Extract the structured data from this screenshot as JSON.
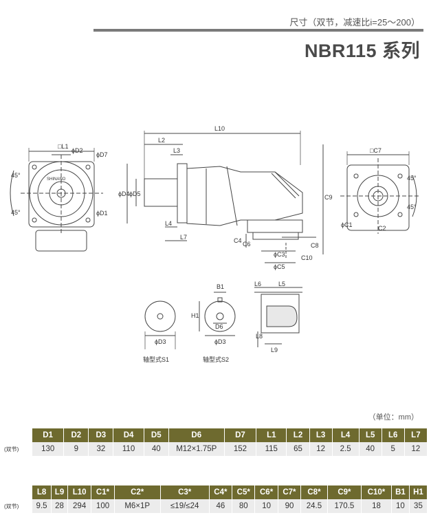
{
  "header": {
    "subtitle": "尺寸（双节，减速比i=25～200）",
    "title": "NBR115 系列"
  },
  "drawing_labels": {
    "box_l1": "□L1",
    "d2": "ϕD2",
    "d7": "ϕD7",
    "d1": "ϕD1",
    "angle_45": "45°",
    "l10": "L10",
    "l2": "L2",
    "l3": "L3",
    "d4": "ϕD4",
    "d5": "ϕD5",
    "l4": "L4",
    "l7": "L7",
    "c4": "C4",
    "c6": "C6",
    "c3": "ϕC3",
    "c5": "ϕC5",
    "c8": "C8",
    "c10": "C10",
    "c9": "C9",
    "box_c7": "□C7",
    "c1": "ϕC1",
    "c2": "C2",
    "b1": "B1",
    "h1": "H1",
    "d6": "D6",
    "d3": "ϕD3",
    "l6": "L6",
    "l5": "L5",
    "l8": "L8",
    "l9": "L9",
    "shaft_s1": "轴型式S1",
    "shaft_s2": "轴型式S2",
    "nameplate": "SHINANO"
  },
  "unit_label": "（单位：mm）",
  "table1": {
    "model": "NBR115",
    "stage": "(双节)",
    "headers": [
      "D1",
      "D2",
      "D3",
      "D4",
      "D5",
      "D6",
      "D7",
      "L1",
      "L2",
      "L3",
      "L4",
      "L5",
      "L6",
      "L7"
    ],
    "values": [
      "130",
      "9",
      "32",
      "110",
      "40",
      "M12×1.75P",
      "152",
      "115",
      "65",
      "12",
      "2.5",
      "40",
      "5",
      "12"
    ]
  },
  "table2": {
    "model": "NBR115",
    "stage": "(双节)",
    "headers": [
      "L8",
      "L9",
      "L10",
      "C1*",
      "C2*",
      "C3*",
      "C4*",
      "C5*",
      "C6*",
      "C7*",
      "C8*",
      "C9*",
      "C10*",
      "B1",
      "H1"
    ],
    "values": [
      "9.5",
      "28",
      "294",
      "100",
      "M6×1P",
      "≤19/≤24",
      "46",
      "80",
      "10",
      "90",
      "24.5",
      "170.5",
      "18",
      "10",
      "35"
    ]
  },
  "colors": {
    "header_bg": "#6e6a2f",
    "value_bg": "#ececec",
    "rule": "#7a7a7a"
  }
}
